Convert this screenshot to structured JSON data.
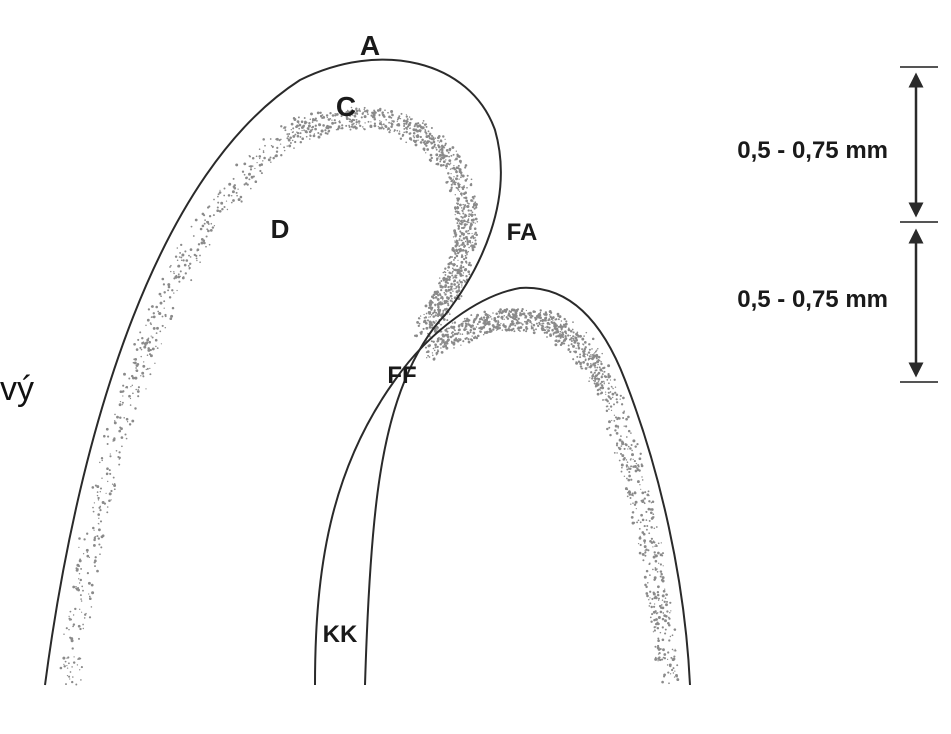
{
  "labels": {
    "a": "A",
    "c": "C",
    "d": "D",
    "fa": "FA",
    "ff": "FF",
    "kk": "KK"
  },
  "measurements": {
    "upper": "0,5 - 0,75 mm",
    "lower": "0,5 - 0,75 mm"
  },
  "side_text": "vý",
  "colors": {
    "outline": "#2a2a2a",
    "stipple": "#8a8a8a",
    "text": "#1a1a1a"
  }
}
